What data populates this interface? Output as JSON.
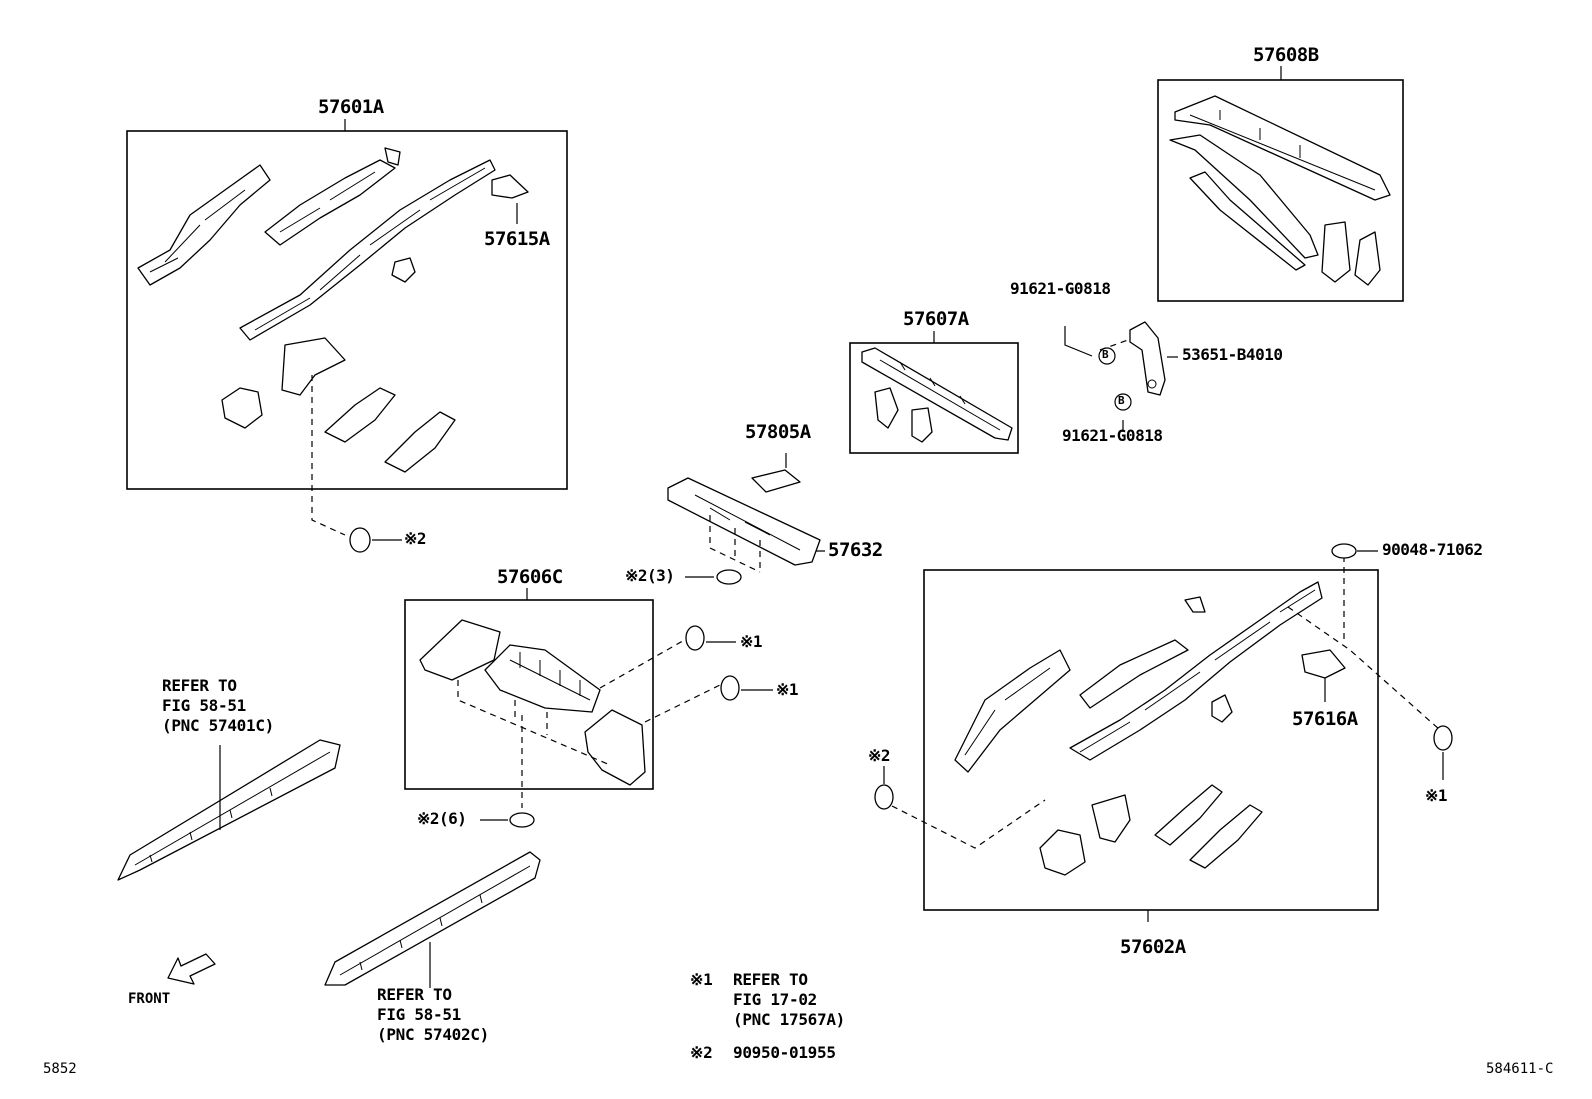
{
  "groups": {
    "g57601A": "57601A",
    "g57608B": "57608B",
    "g57607A": "57607A",
    "g57606C": "57606C",
    "g57602A": "57602A"
  },
  "parts": {
    "p57615A": "57615A",
    "p57805A": "57805A",
    "p57632": "57632",
    "p57616A": "57616A",
    "bolt_top": "91621-G0818",
    "bolt_bottom": "91621-G0818",
    "bracket": "53651-B4010",
    "plug": "90048-71062",
    "b_marker": "B"
  },
  "markers": {
    "ref2_a": "※2",
    "ref2_b": "※2(3)",
    "ref2_c": "※2(6)",
    "ref2_d": "※2",
    "ref1_a": "※1",
    "ref1_b": "※1",
    "ref1_c": "※1"
  },
  "refs": {
    "left_rail": [
      "REFER TO",
      "FIG 58-51",
      "(PNC 57401C)"
    ],
    "bottom_rail": [
      "REFER TO",
      "FIG 58-51",
      "(PNC 57402C)"
    ]
  },
  "legend": {
    "note1_mark": "※1",
    "note1_lines": [
      "REFER TO",
      "FIG  17-02",
      "(PNC 17567A)"
    ],
    "note2_mark": "※2",
    "note2_text": "90950-01955"
  },
  "front_label": "FRONT",
  "page_code_left": "5852",
  "page_code_right": "584611-C"
}
